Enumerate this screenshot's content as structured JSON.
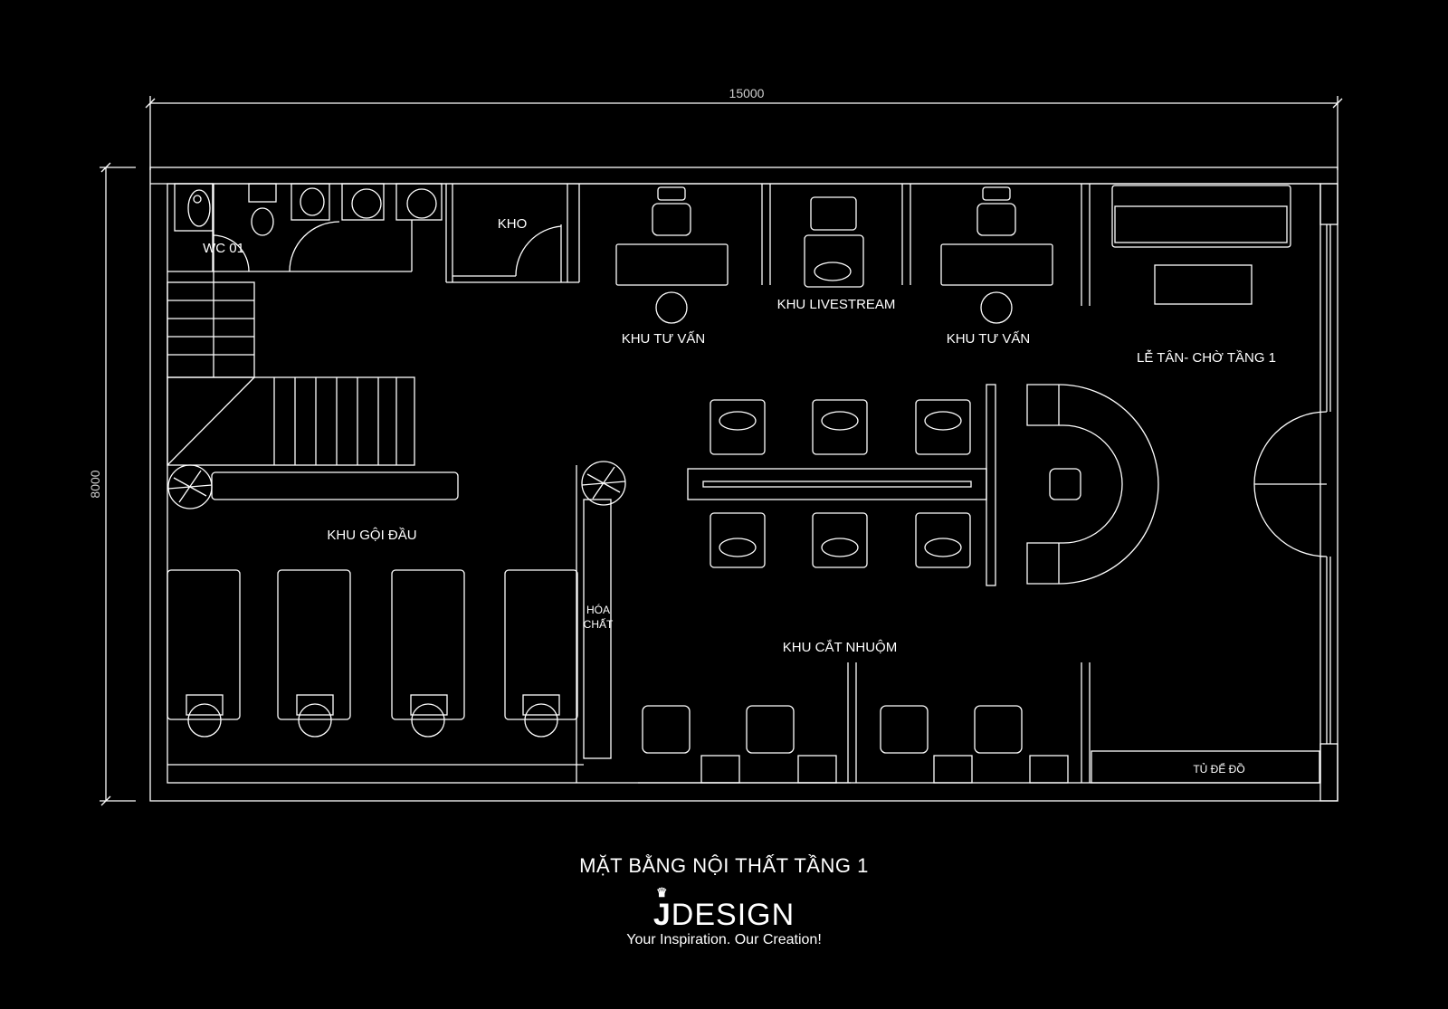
{
  "dimensions": {
    "width": "15000",
    "height": "8000"
  },
  "rooms": {
    "wc": "WC 01",
    "kho": "KHO",
    "tu_van_left": "KHU TƯ VẤN",
    "livestream": "KHU LIVESTREAM",
    "tu_van_right": "KHU TƯ VẤN",
    "le_tan": "LỄ TÂN- CHỜ TẦNG 1",
    "goi_dau": "KHU GỘI ĐẦU",
    "hoa": "HÓA",
    "chat": "CHẤT",
    "cat_nhuom": "KHU CẮT NHUỘM",
    "tu_de_do": "TỦ ĐỂ ĐỒ"
  },
  "footer": {
    "title": "MẶT BẰNG NỘI THẤT TẦNG 1",
    "brand_letter": "J",
    "brand_rest": "DESIGN",
    "crown_icon": "♛",
    "tagline": "Your Inspiration. Our Creation!"
  },
  "colors": {
    "background": "#000000",
    "line": "#ffffff"
  }
}
